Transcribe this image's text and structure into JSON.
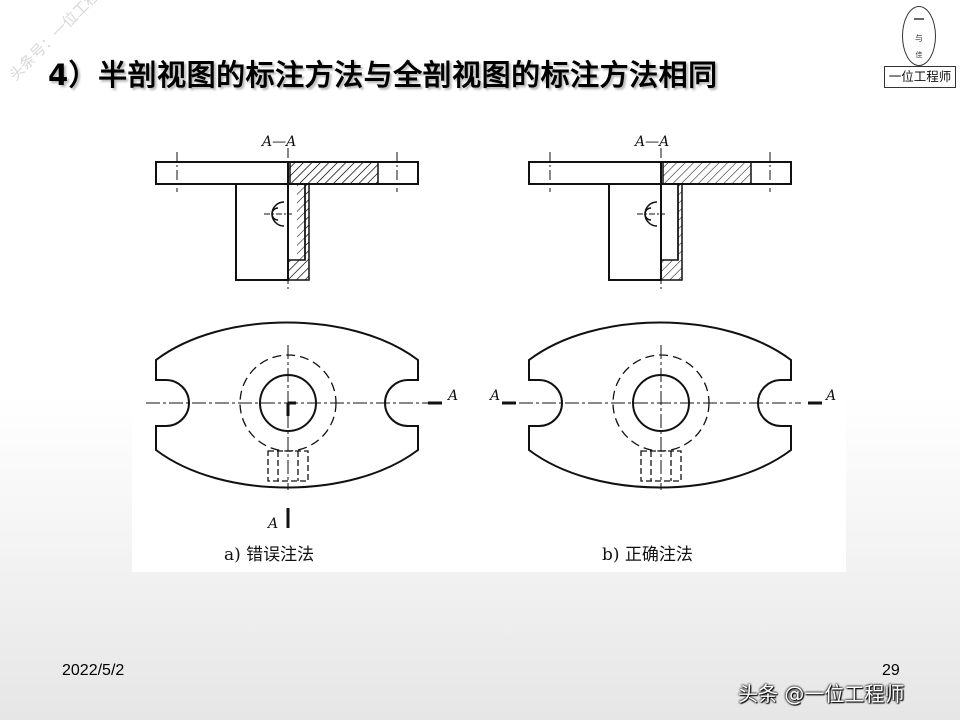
{
  "slide": {
    "title": "4）半剖视图的标注方法与全剖视图的标注方法相同",
    "watermark_top_left": "头条号：一位工程师",
    "logo": {
      "label": "一位工程师",
      "circle_chars": [
        "一",
        "与",
        "佳"
      ]
    },
    "footer": {
      "date": "2022/5/2",
      "page_number": "29",
      "watermark": "头条 @一位工程师"
    }
  },
  "figure": {
    "left": {
      "section_label_top": "A—A",
      "label_A_left": "",
      "label_A_right": "A",
      "label_A_bottom": "A",
      "caption": "a) 错误注法"
    },
    "right": {
      "section_label_top": "A—A",
      "label_A_left": "A",
      "label_A_right": "A",
      "caption": "b) 正确注法"
    }
  }
}
